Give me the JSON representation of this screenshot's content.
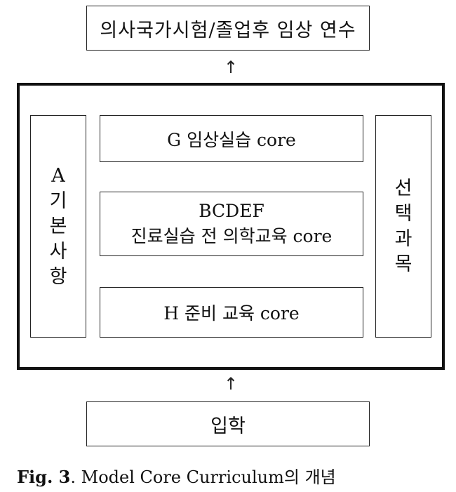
{
  "diagram": {
    "top_box": "의사국가시험/졸업후 임상 연수",
    "left_box_chars": [
      "A",
      "기",
      "본",
      "사",
      "항"
    ],
    "right_box_chars": [
      "선",
      "택",
      "과",
      "목"
    ],
    "middle_boxes": {
      "g": "G 임상실습 core",
      "bcdef_line1": "BCDEF",
      "bcdef_line2": "진료실습 전 의학교육 core",
      "h": "H 준비 교육 core"
    },
    "bottom_box": "입학",
    "arrow_symbol": "↑"
  },
  "caption": {
    "label": "Fig. 3",
    "text": ". Model Core Curriculum의 개념"
  }
}
